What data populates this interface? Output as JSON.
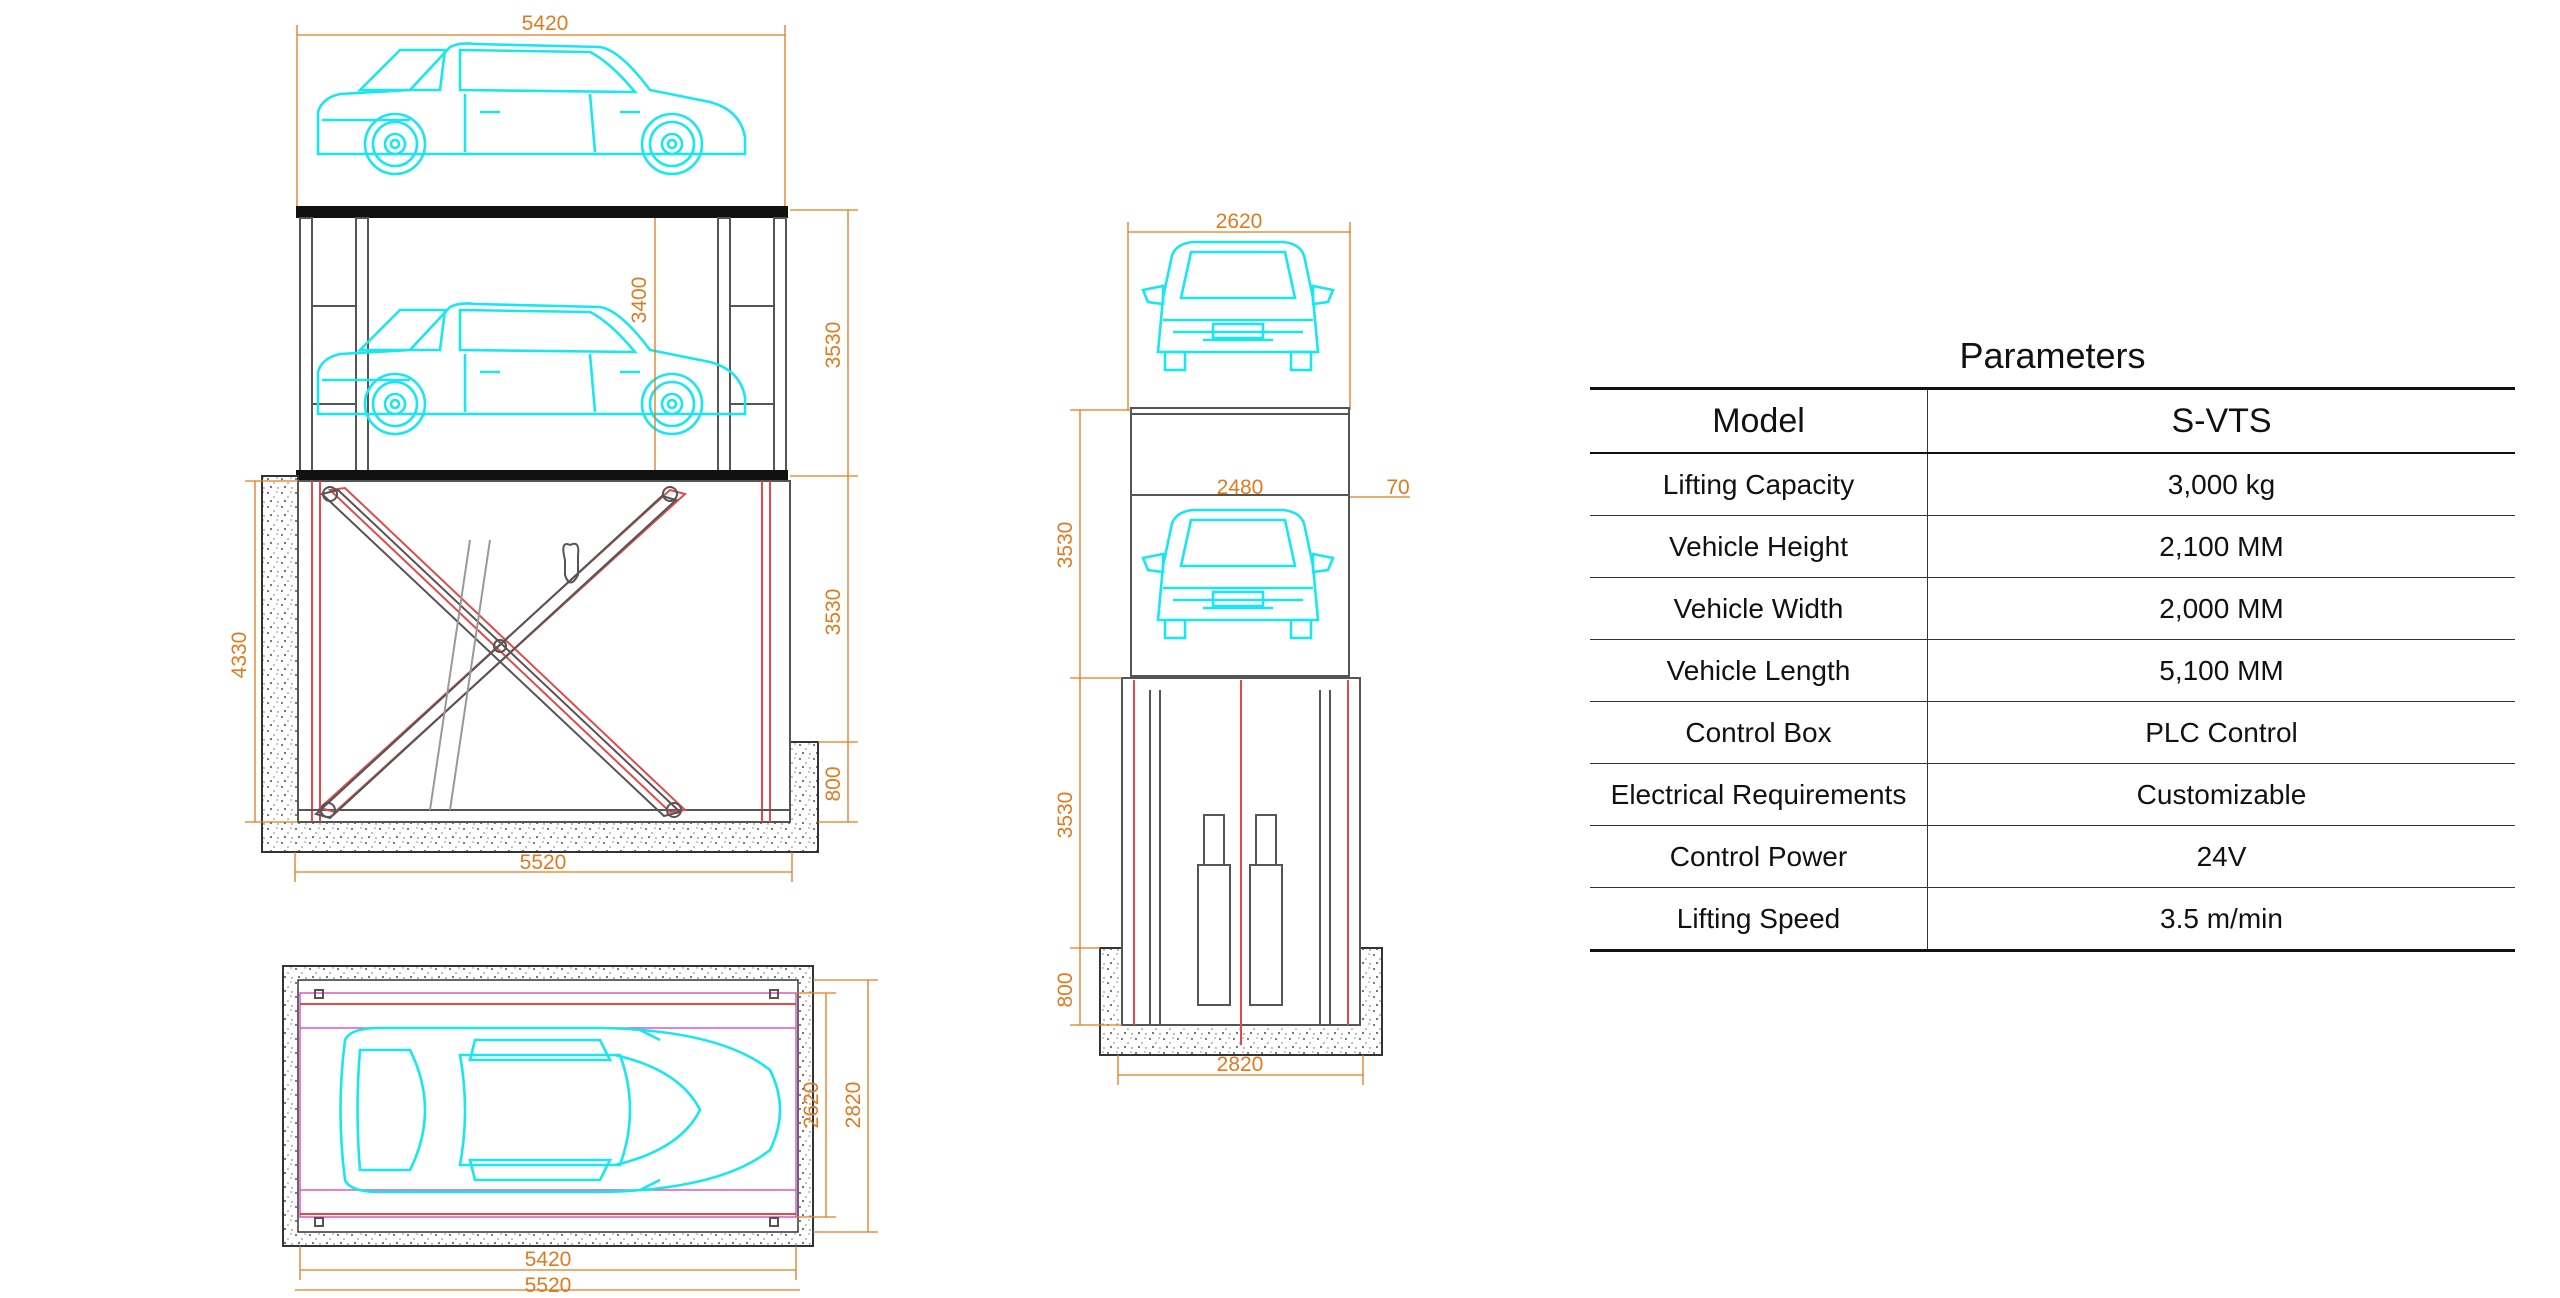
{
  "dimensions": {
    "side_top_width": "5420",
    "side_height_3400": "3400",
    "side_height_upper_3530": "3530",
    "side_height_lower_3530": "3530",
    "side_pit_4330": "4330",
    "side_pit_800": "800",
    "side_bottom_width": "5520",
    "front_top_width": "2620",
    "front_inner_width": "2480",
    "front_gap": "70",
    "front_upper_3530": "3530",
    "front_lower_3530": "3530",
    "front_pit_800": "800",
    "front_bottom_width": "2820",
    "plan_inner_width": "2620",
    "plan_outer_width": "2820",
    "plan_length_5420": "5420",
    "plan_length_5520": "5520"
  },
  "parameters": {
    "title": "Parameters",
    "header": {
      "label": "Model",
      "value": "S-VTS"
    },
    "rows": [
      {
        "label": "Lifting Capacity",
        "value": "3,000 kg"
      },
      {
        "label": "Vehicle Height",
        "value": "2,100 MM"
      },
      {
        "label": "Vehicle Width",
        "value": "2,000 MM"
      },
      {
        "label": "Vehicle Length",
        "value": "5,100 MM"
      },
      {
        "label": "Control Box",
        "value": "PLC Control"
      },
      {
        "label": "Electrical Requirements",
        "value": "Customizable"
      },
      {
        "label": "Control Power",
        "value": "24V"
      },
      {
        "label": "Lifting Speed",
        "value": "3.5 m/min"
      }
    ]
  },
  "colors": {
    "dimension": "#e07a1f",
    "vehicle_outline": "#19e6f0",
    "scissor": "#e24a4a",
    "frame": "#555555"
  }
}
